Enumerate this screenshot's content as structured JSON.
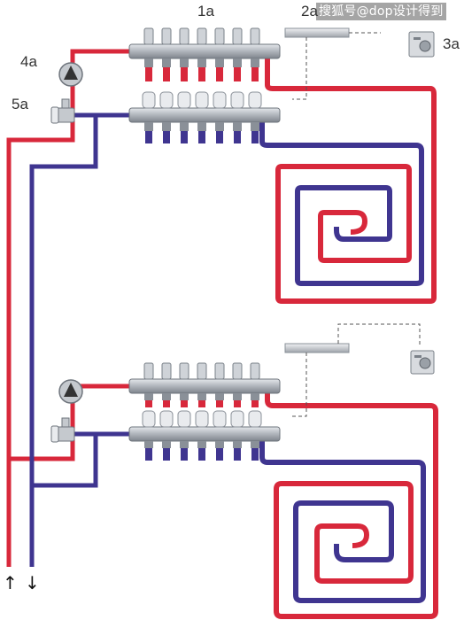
{
  "labels": {
    "manifold": "1a",
    "actuator": "2a",
    "thermostat": "3a",
    "pump": "4a",
    "mixing_valve": "5a"
  },
  "watermark": "搜狐号@dop设计得到",
  "arrows": {
    "supply": "↑",
    "return": "↓"
  },
  "colors": {
    "supply": "#d8283b",
    "return": "#3f3590",
    "manifold": "#a9aeb6",
    "background": "#ffffff"
  },
  "icons": {
    "pump": "pump-icon",
    "mixing_valve": "mixing-valve-icon",
    "thermostat": "thermostat-icon",
    "actuator": "actuator-bar-icon"
  }
}
